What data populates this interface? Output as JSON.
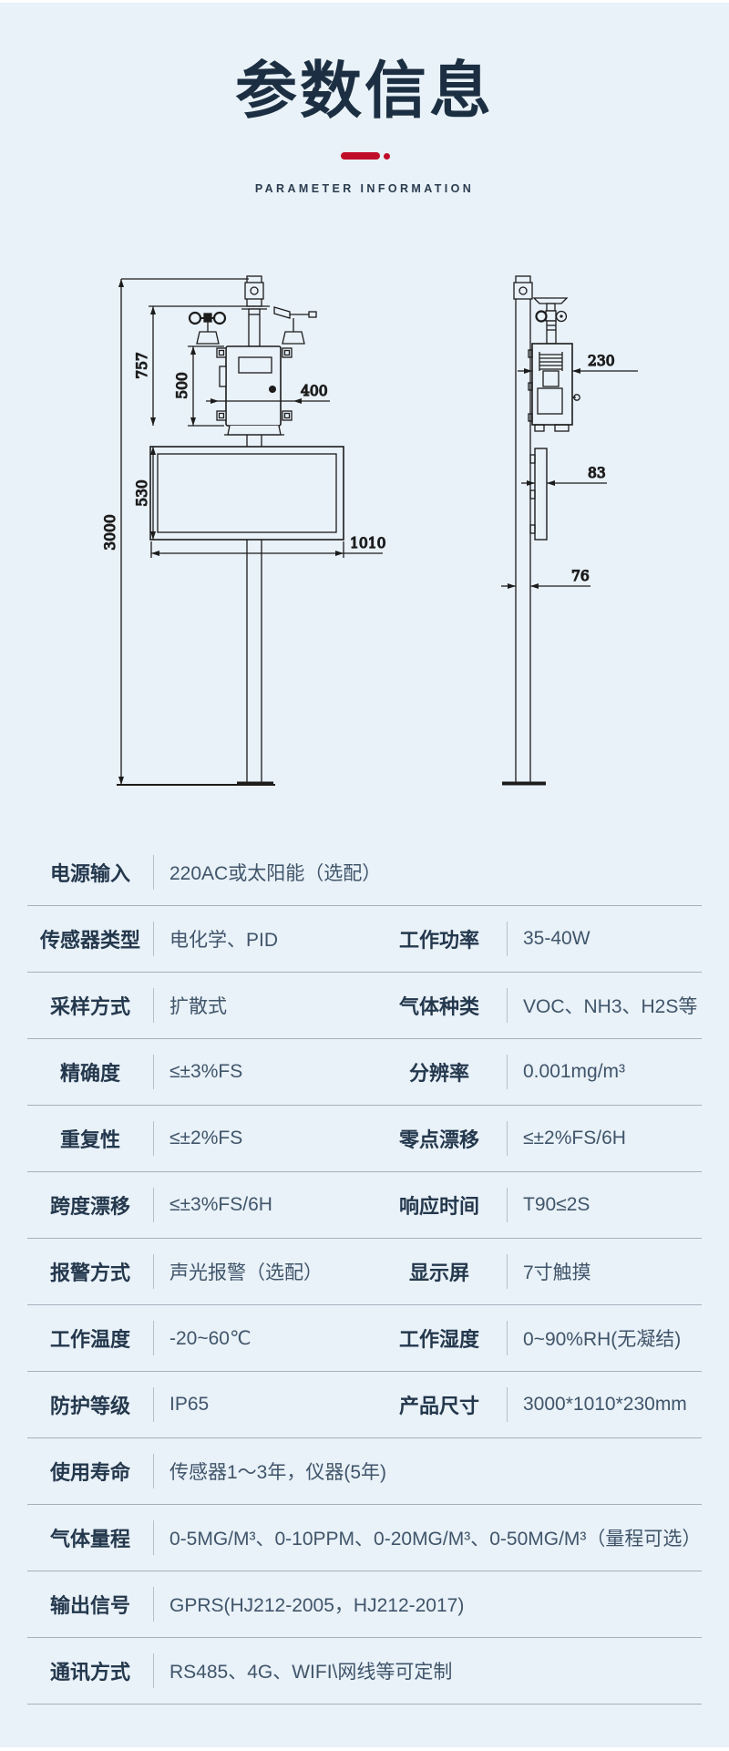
{
  "header": {
    "title": "参数信息",
    "subtitle": "PARAMETER INFORMATION"
  },
  "colors": {
    "background": "#e9f1f9",
    "title": "#1c2f42",
    "accent_red": "#c00e28",
    "label_text": "#24384d",
    "value_text": "#40556a",
    "row_divider": "#a6b1bb",
    "drawing_line": "#1c1c1c"
  },
  "diagram": {
    "front_view": {
      "total_height_mm": "3000",
      "sensor_top_height_mm": "757",
      "box_height_mm": "500",
      "panel_height_mm": "530",
      "box_width_mm": "400",
      "panel_width_mm": "1010"
    },
    "side_view": {
      "box_depth_mm": "230",
      "panel_depth_mm": "83",
      "pole_depth_mm": "76"
    }
  },
  "table": {
    "rows": [
      {
        "label": "电源输入",
        "value": "220AC或太阳能（选配）"
      },
      {
        "label": "传感器类型",
        "value": "电化学、PID",
        "label2": "工作功率",
        "value2": "35-40W"
      },
      {
        "label": "采样方式",
        "value": "扩散式",
        "label2": "气体种类",
        "value2": "VOC、NH3、H2S等"
      },
      {
        "label": "精确度",
        "value": "≤±3%FS",
        "label2": "分辨率",
        "value2": "0.001mg/m³"
      },
      {
        "label": "重复性",
        "value": "≤±2%FS",
        "label2": "零点漂移",
        "value2": "≤±2%FS/6H"
      },
      {
        "label": "跨度漂移",
        "value": "≤±3%FS/6H",
        "label2": "响应时间",
        "value2": "T90≤2S"
      },
      {
        "label": "报警方式",
        "value": "声光报警（选配）",
        "label2": "显示屏",
        "value2": "7寸触摸"
      },
      {
        "label": "工作温度",
        "value": "-20~60℃",
        "label2": "工作湿度",
        "value2": "0~90%RH(无凝结)"
      },
      {
        "label": "防护等级",
        "value": "IP65",
        "label2": "产品尺寸",
        "value2": "3000*1010*230mm"
      },
      {
        "label": "使用寿命",
        "value": "传感器1～3年，仪器(5年)"
      },
      {
        "label": "气体量程",
        "value": "0-5MG/M³、0-10PPM、0-20MG/M³、0-50MG/M³（量程可选）"
      },
      {
        "label": "输出信号",
        "value": "GPRS(HJ212-2005，HJ212-2017)"
      },
      {
        "label": "通讯方式",
        "value": "RS485、4G、WIFI\\网线等可定制"
      }
    ]
  }
}
